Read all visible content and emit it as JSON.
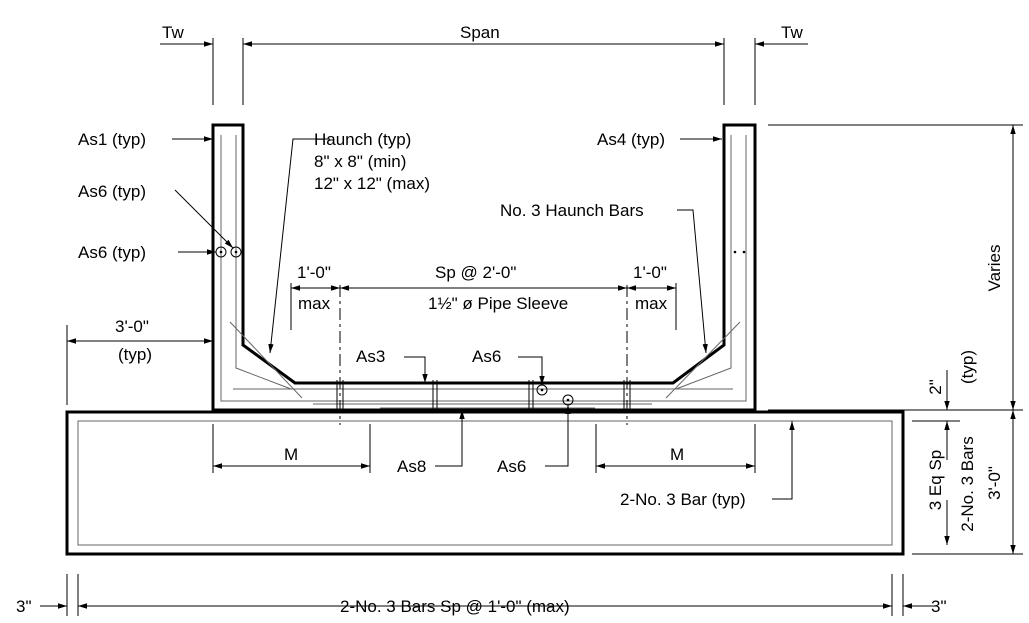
{
  "labels": {
    "tw_left": "Tw",
    "span": "Span",
    "tw_right": "Tw",
    "as1": "As1 (typ)",
    "haunch_1": "Haunch (typ)",
    "haunch_2": "8\" x 8\" (min)",
    "haunch_3": "12\" x 12\" (max)",
    "as4": "As4 (typ)",
    "as6_typ_1": "As6 (typ)",
    "haunch_bars": "No. 3 Haunch Bars",
    "as6_typ_2": "As6 (typ)",
    "varies": "Varies",
    "max_dim_left": "1'-0\"",
    "sp_spacing": "Sp @ 2'-0\"",
    "max_dim_right": "1'-0\"",
    "max_left": "max",
    "pipe_sleeve_num": "1",
    "pipe_sleeve_frac": "½",
    "pipe_sleeve_rest": "\" ø Pipe Sleeve",
    "max_right": "max",
    "three_ft": "3'-0\"",
    "typ_left": "(typ)",
    "as3": "As3",
    "as6_mid": "As6",
    "two_in": "2\"",
    "typ_right": "(typ)",
    "m_left": "M",
    "as8": "As8",
    "as6_bottom": "As6",
    "m_right": "M",
    "three_eq_sp": "3 Eq Sp",
    "two_no3_bars_v": "2-No. 3 Bars",
    "three_ft_right": "3'-0\"",
    "two_no3_bar_typ": "2-No. 3 Bar (typ)",
    "three_in_left": "3\"",
    "bottom_bars": "2-No. 3 Bars Sp @ 1'-0\" (max)",
    "three_in_right": "3\""
  }
}
